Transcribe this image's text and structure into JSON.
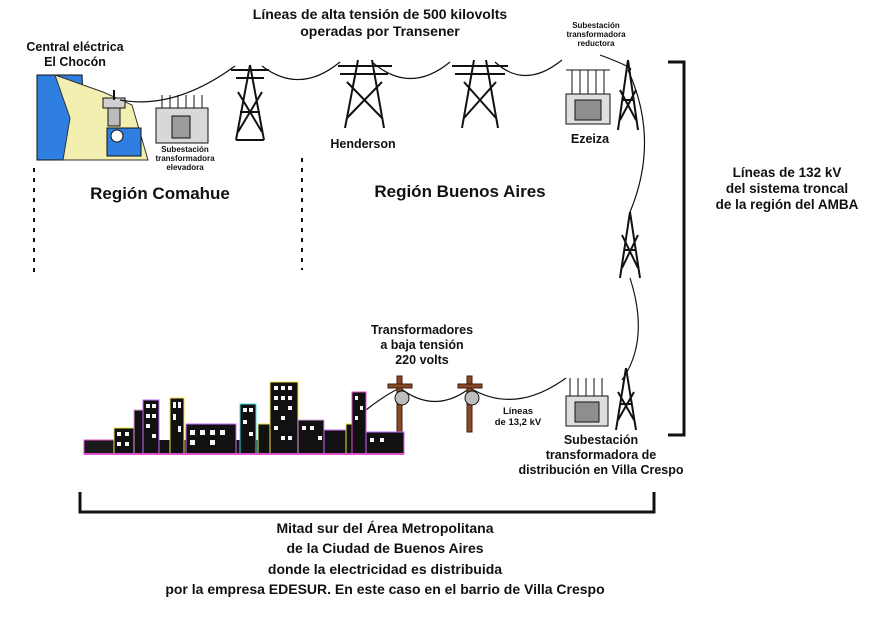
{
  "title": {
    "line1": "Líneas de alta tensión de 500 kilovolts",
    "line2": "operadas por Transener"
  },
  "power_plant": {
    "line1": "Central eléctrica",
    "line2": "El Chocón"
  },
  "step_up_substation": {
    "line1": "Subestación",
    "line2": "transformadora",
    "line3": "elevadora"
  },
  "step_down_substation": {
    "line1": "Subestación",
    "line2": "transformadora",
    "line3": "reductora"
  },
  "henderson": "Henderson",
  "ezeiza": "Ezeiza",
  "region_comahue": "Región Comahue",
  "region_buenos_aires": "Región Buenos Aires",
  "lines_132": {
    "line1": "Líneas de 132 kV",
    "line2": "del sistema troncal",
    "line3": "de la región del AMBA"
  },
  "low_voltage_transformers": {
    "line1": "Transformadores",
    "line2": "a baja tensión",
    "line3": "220 volts"
  },
  "lines_13": {
    "line1": "Líneas",
    "line2": "de 13,2 kV"
  },
  "distribution_substation": {
    "line1": "Subestación",
    "line2": "transformadora de",
    "line3": "distribución en Villa Crespo"
  },
  "bottom_note": {
    "line1": "Mitad sur del Área Metropolitana",
    "line2": "de la Ciudad de Buenos Aires",
    "line3": "donde la electricidad es distribuida",
    "line4": "por la empresa EDESUR. En este caso en el barrio de Villa Crespo"
  },
  "colors": {
    "water": "#2f7fe0",
    "dam": "#f3efb0",
    "ink": "#111111",
    "transformer": "#d8d8d8",
    "pole": "#8a4a2a"
  }
}
